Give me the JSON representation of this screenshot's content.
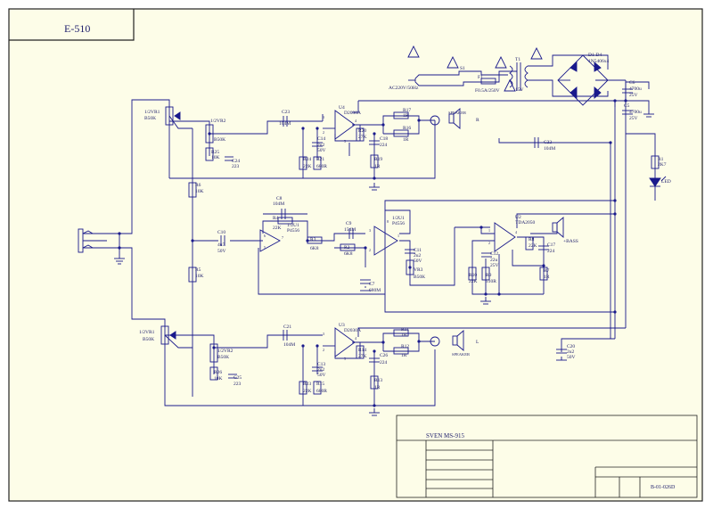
{
  "title": "E-510",
  "model": "SVEN MS-915",
  "drawing_number": "B-01-026D",
  "colors": {
    "paper": "#fdfde8",
    "wire": "#1a1a8c",
    "border": "#222222",
    "text": "#22226e"
  },
  "power": {
    "input": "AC220V/50Hz",
    "s1": "S1",
    "fuse": "F1",
    "fuse_rating": "F0.5A/250V",
    "transformer": "T1",
    "sec_voltage": "15V",
    "bridge": "D1-D4",
    "bridge_part": "1N5406x4"
  },
  "caps": {
    "c6": "C6",
    "c6v": "4700u",
    "c6r": "25V",
    "c5": "C5",
    "c5v": "4700u",
    "c5r": "25V",
    "c22": "C22",
    "c22v": "104M",
    "c23": "C23",
    "c23v": "104M",
    "c24": "C24",
    "c24v": "223",
    "c14": "C14",
    "c14v": "2u2",
    "c14r": "50V",
    "c18": "C18",
    "c18v": "224",
    "c8": "C8",
    "c8v": "104M",
    "c10": "C10",
    "c10v": "4u7",
    "c10r": "50V",
    "c9": "C9",
    "c9v": "154M",
    "c11": "C11",
    "c11v": "2u2",
    "c11r": "50V",
    "c7": "C7",
    "c7v": "680M",
    "c12": "C12",
    "c12v": "22u",
    "c12r": "25V",
    "c17": "C17",
    "c17v": "224",
    "c21": "C21",
    "c21v": "104M",
    "c25": "C25",
    "c25v": "223",
    "c13": "C13",
    "c13v": "2u2",
    "c13r": "50V",
    "c26": "C26",
    "c26v": "224",
    "c20": "C20",
    "c20v": "2u2",
    "c20r": "50V"
  },
  "res": {
    "r1": "R1",
    "r1v": "2K7",
    "r17": "R17",
    "r17v": "1R",
    "r16": "R16",
    "r16v": "1R",
    "r20": "R20",
    "r20v": "27K",
    "r19": "R19",
    "r19v": "1R",
    "r24": "R24",
    "r24v": "22K",
    "r21": "R21",
    "r21v": "680R",
    "r25": "R25",
    "r25v": "10K",
    "r6": "R6",
    "r6v": "10K",
    "r5": "R5",
    "r5v": "10K",
    "r4": "R4",
    "r4v": "22K",
    "r3": "R3",
    "r3v": "6K8",
    "r2": "R2",
    "r2v": "6K8",
    "r8": "R8",
    "r8v": "22K",
    "r7": "R7",
    "r7v": "1R",
    "r10": "R10",
    "r10v": "22K",
    "r9": "R9",
    "r9v": "510R",
    "r11": "R11",
    "r11v": "1R",
    "r12": "R12",
    "r12v": "1R",
    "r14": "R14",
    "r14v": "27K",
    "r13": "R13",
    "r13v": "1R",
    "r23": "R23",
    "r23v": "22K",
    "r15": "R15",
    "r15v": "680R",
    "r26": "R26",
    "r26v": "10K"
  },
  "pots": {
    "vr1a": "1/2VR1",
    "vr1a_v": "B50K",
    "vr2a": "1/2VR2",
    "vr2a_v": "B50K",
    "vr3": "VR3",
    "vr3_v": "B50K",
    "vr1b": "1/2VR1",
    "vr1b_v": "B50K",
    "vr2b": "1/2VR2",
    "vr2b_v": "B50K"
  },
  "ics": {
    "u4": "U4",
    "u4p": "D2030A",
    "u1a": "1/2U1",
    "u1a_p": "P4556",
    "u1b": "1/2U1",
    "u1b_p": "P4556",
    "u2": "U2",
    "u2p": "TDA2050",
    "u3": "U3",
    "u3p": "D2030A"
  },
  "outputs": {
    "spk_r": "R",
    "spk_l": "L",
    "bass": "+BASS",
    "led": "LED",
    "sp_r_lbl": "SPEAKER",
    "sp_l_lbl": "SPEAKER"
  },
  "pins": {
    "p3": "3",
    "p2": "2",
    "p1": "1",
    "p4": "4",
    "p5": "5",
    "p6": "6",
    "p7": "7",
    "p8": "8"
  }
}
